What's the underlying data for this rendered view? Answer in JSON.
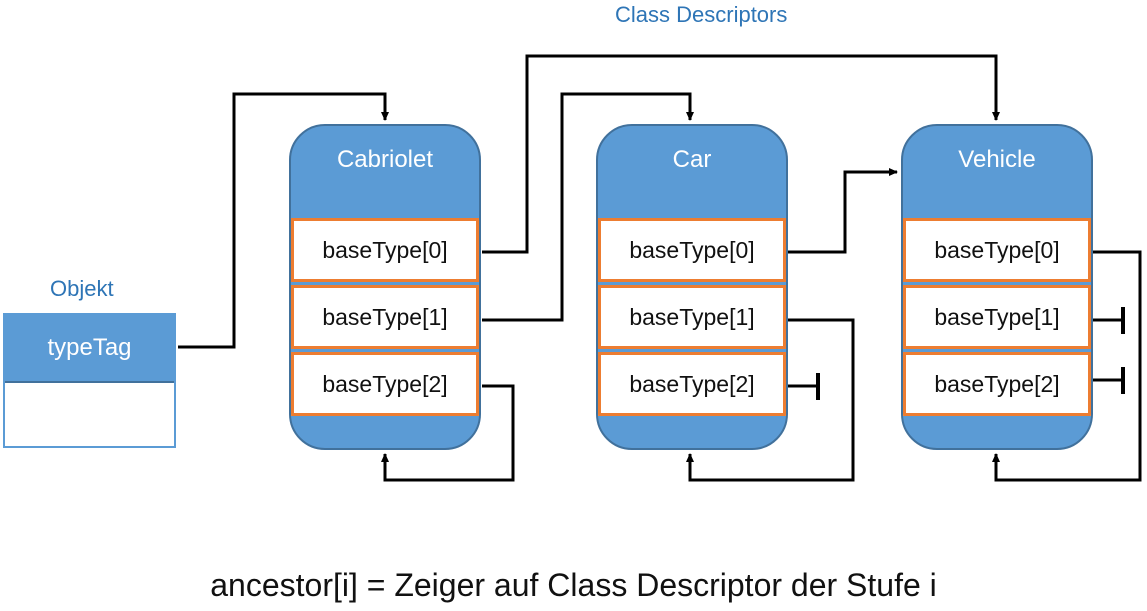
{
  "header": {
    "title": "Class Descriptors"
  },
  "object": {
    "label": "Objekt",
    "field": "typeTag"
  },
  "descriptors": [
    {
      "name": "Cabriolet",
      "slots": [
        "baseType[0]",
        "baseType[1]",
        "baseType[2]"
      ]
    },
    {
      "name": "Car",
      "slots": [
        "baseType[0]",
        "baseType[1]",
        "baseType[2]"
      ]
    },
    {
      "name": "Vehicle",
      "slots": [
        "baseType[0]",
        "baseType[1]",
        "baseType[2]"
      ]
    }
  ],
  "caption": "ancestor[i] = Zeiger auf Class Descriptor der Stufe i",
  "colors": {
    "box_fill": "#5b9bd5",
    "box_border": "#41719c",
    "slot_border": "#ed7d31",
    "title_text": "#2e75b6",
    "arrow": "#000000"
  }
}
